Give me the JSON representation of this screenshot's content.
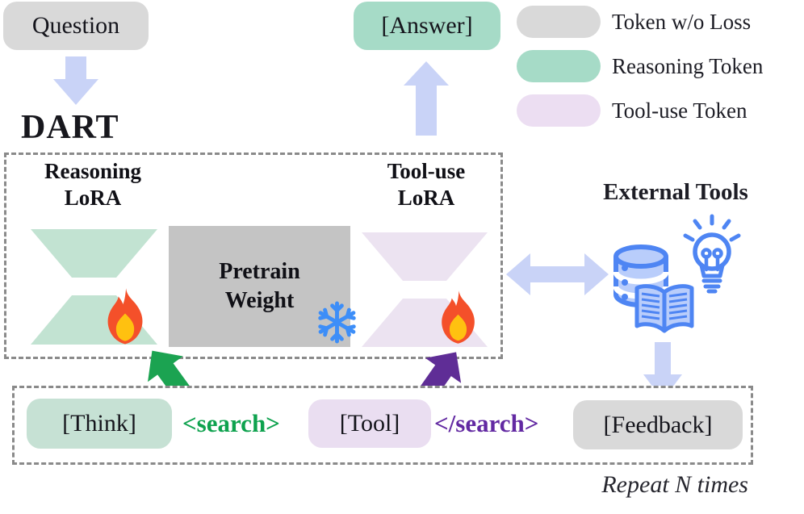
{
  "top": {
    "question_label": "Question",
    "answer_label": "[Answer]"
  },
  "legend": {
    "items": [
      {
        "label": "Token w/o Loss",
        "color": "#d9d9d9"
      },
      {
        "label": "Reasoning Token",
        "color": "#a6dbc7"
      },
      {
        "label": "Tool-use Token",
        "color": "#ecdef2"
      }
    ]
  },
  "dart": {
    "title": "DART",
    "reasoning_lora_line1": "Reasoning",
    "reasoning_lora_line2": "LoRA",
    "pretrain_line1": "Pretrain",
    "pretrain_line2": "Weight",
    "tool_use_lora_line1": "Tool-use",
    "tool_use_lora_line2": "LoRA"
  },
  "external_tools": {
    "label": "External Tools"
  },
  "sequence": {
    "think_label": "[Think]",
    "search_open": "<search>",
    "tool_label": "[Tool]",
    "search_close": "</search>",
    "feedback_label": "[Feedback]",
    "repeat_label": "Repeat N times"
  },
  "colors": {
    "token_no_loss": "#d9d9d9",
    "reasoning_token": "#a6dbc7",
    "tool_use_token": "#ecdef2",
    "think_fill": "#c6e1d4",
    "tool_fill": "#eadef1",
    "feedback_fill": "#d9d9d9",
    "trapezoid_green": "#c2e3d2",
    "trapezoid_purple": "#ece3f1",
    "pretrain_gray": "#c4c4c4",
    "arrow_lavender": "#c9d3f7",
    "arrow_green": "#1ba351",
    "arrow_purple": "#5f2d96",
    "search_open_color": "#0ea24e",
    "search_close_color": "#6229a2",
    "icon_blue": "#4e85f3",
    "icon_blue_fill": "#b9cdfb",
    "snowflake_blue": "#3d8ef8"
  }
}
